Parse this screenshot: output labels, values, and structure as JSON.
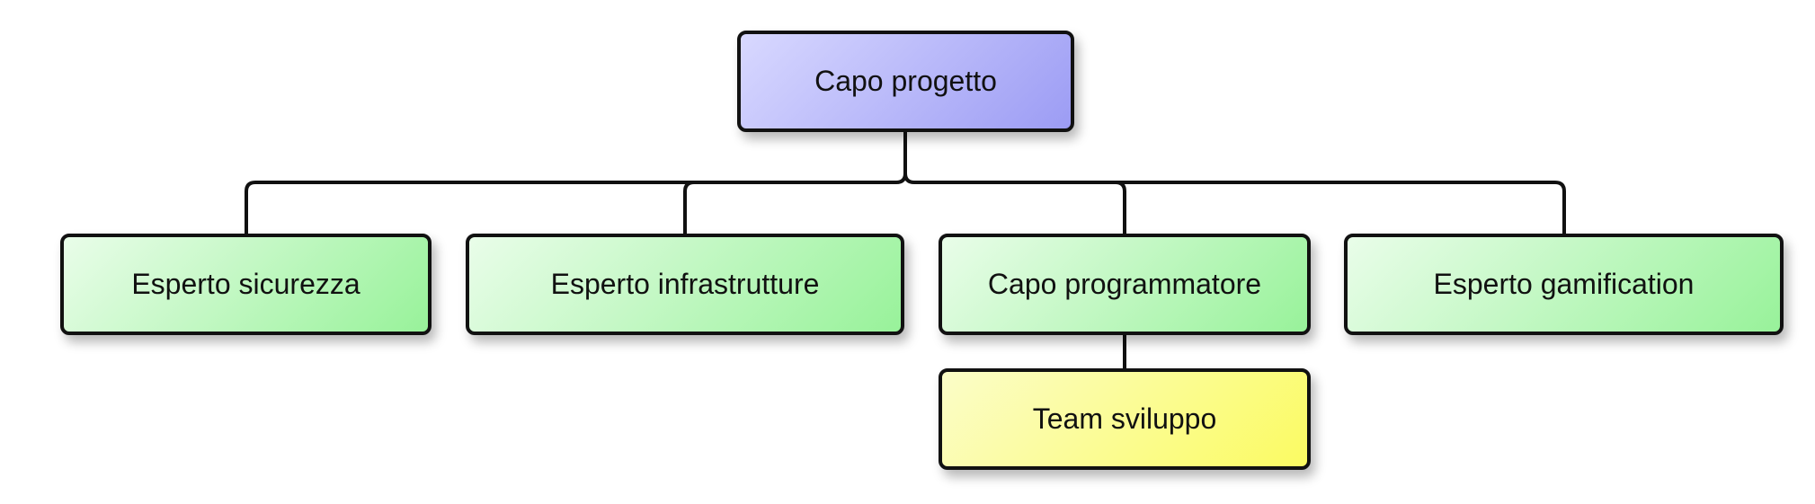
{
  "diagram": {
    "type": "org-chart",
    "colors": {
      "root_fill": [
        "#d8d8ff",
        "#9c9cf4"
      ],
      "role_fill": [
        "#e9fde9",
        "#98f29a"
      ],
      "team_fill": [
        "#fbfdc8",
        "#fbfb62"
      ],
      "line": "#111111"
    },
    "root": {
      "label": "Capo progetto"
    },
    "roles": [
      {
        "label": "Esperto sicurezza"
      },
      {
        "label": "Esperto infrastrutture"
      },
      {
        "label": "Capo programmatore"
      },
      {
        "label": "Esperto gamification"
      }
    ],
    "team": {
      "label": "Team sviluppo",
      "parent": "Capo programmatore"
    }
  }
}
